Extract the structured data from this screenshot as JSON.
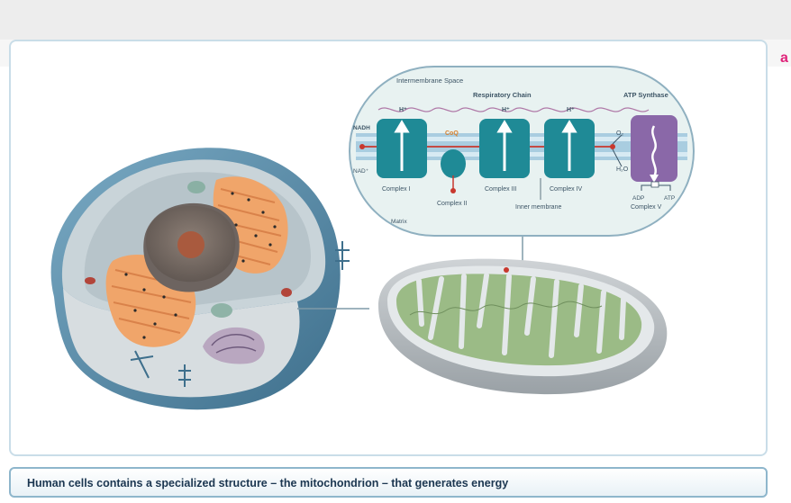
{
  "caption": "Human cells contains a specialized structure – the mitochondrion – that generates energy",
  "edge_mark": "a",
  "inset": {
    "intermembrane_space": "Intermembrane Space",
    "respiratory_chain": "Respiratory Chain",
    "atp_synthase": "ATP Synthase",
    "nadh": "NADH",
    "nad": "NAD⁺",
    "h1": "H⁺",
    "h2": "H⁺",
    "h3": "H⁺",
    "coq": "CoQ",
    "o2": "O₂",
    "h2o": "H₂O",
    "complex1": "Complex I",
    "complex2": "Complex II",
    "complex3": "Complex III",
    "complex4": "Complex IV",
    "complex5": "Complex V",
    "adp": "ADP",
    "atp": "ATP",
    "inner_membrane": "Inner membrane",
    "matrix": "Matrix"
  },
  "colors": {
    "complex_teal": "#1f8a96",
    "complex_purple": "#8a68a8",
    "electron_red": "#c8382e",
    "membrane_blue": "#7fb3cf",
    "cristae_green": "#8fb37a",
    "golgi_orange": "#f0a56a",
    "frame_border": "#c9dde8"
  },
  "icons": [
    "cell-icon",
    "nucleus-icon",
    "mitochondrion-icon",
    "golgi-icon"
  ]
}
